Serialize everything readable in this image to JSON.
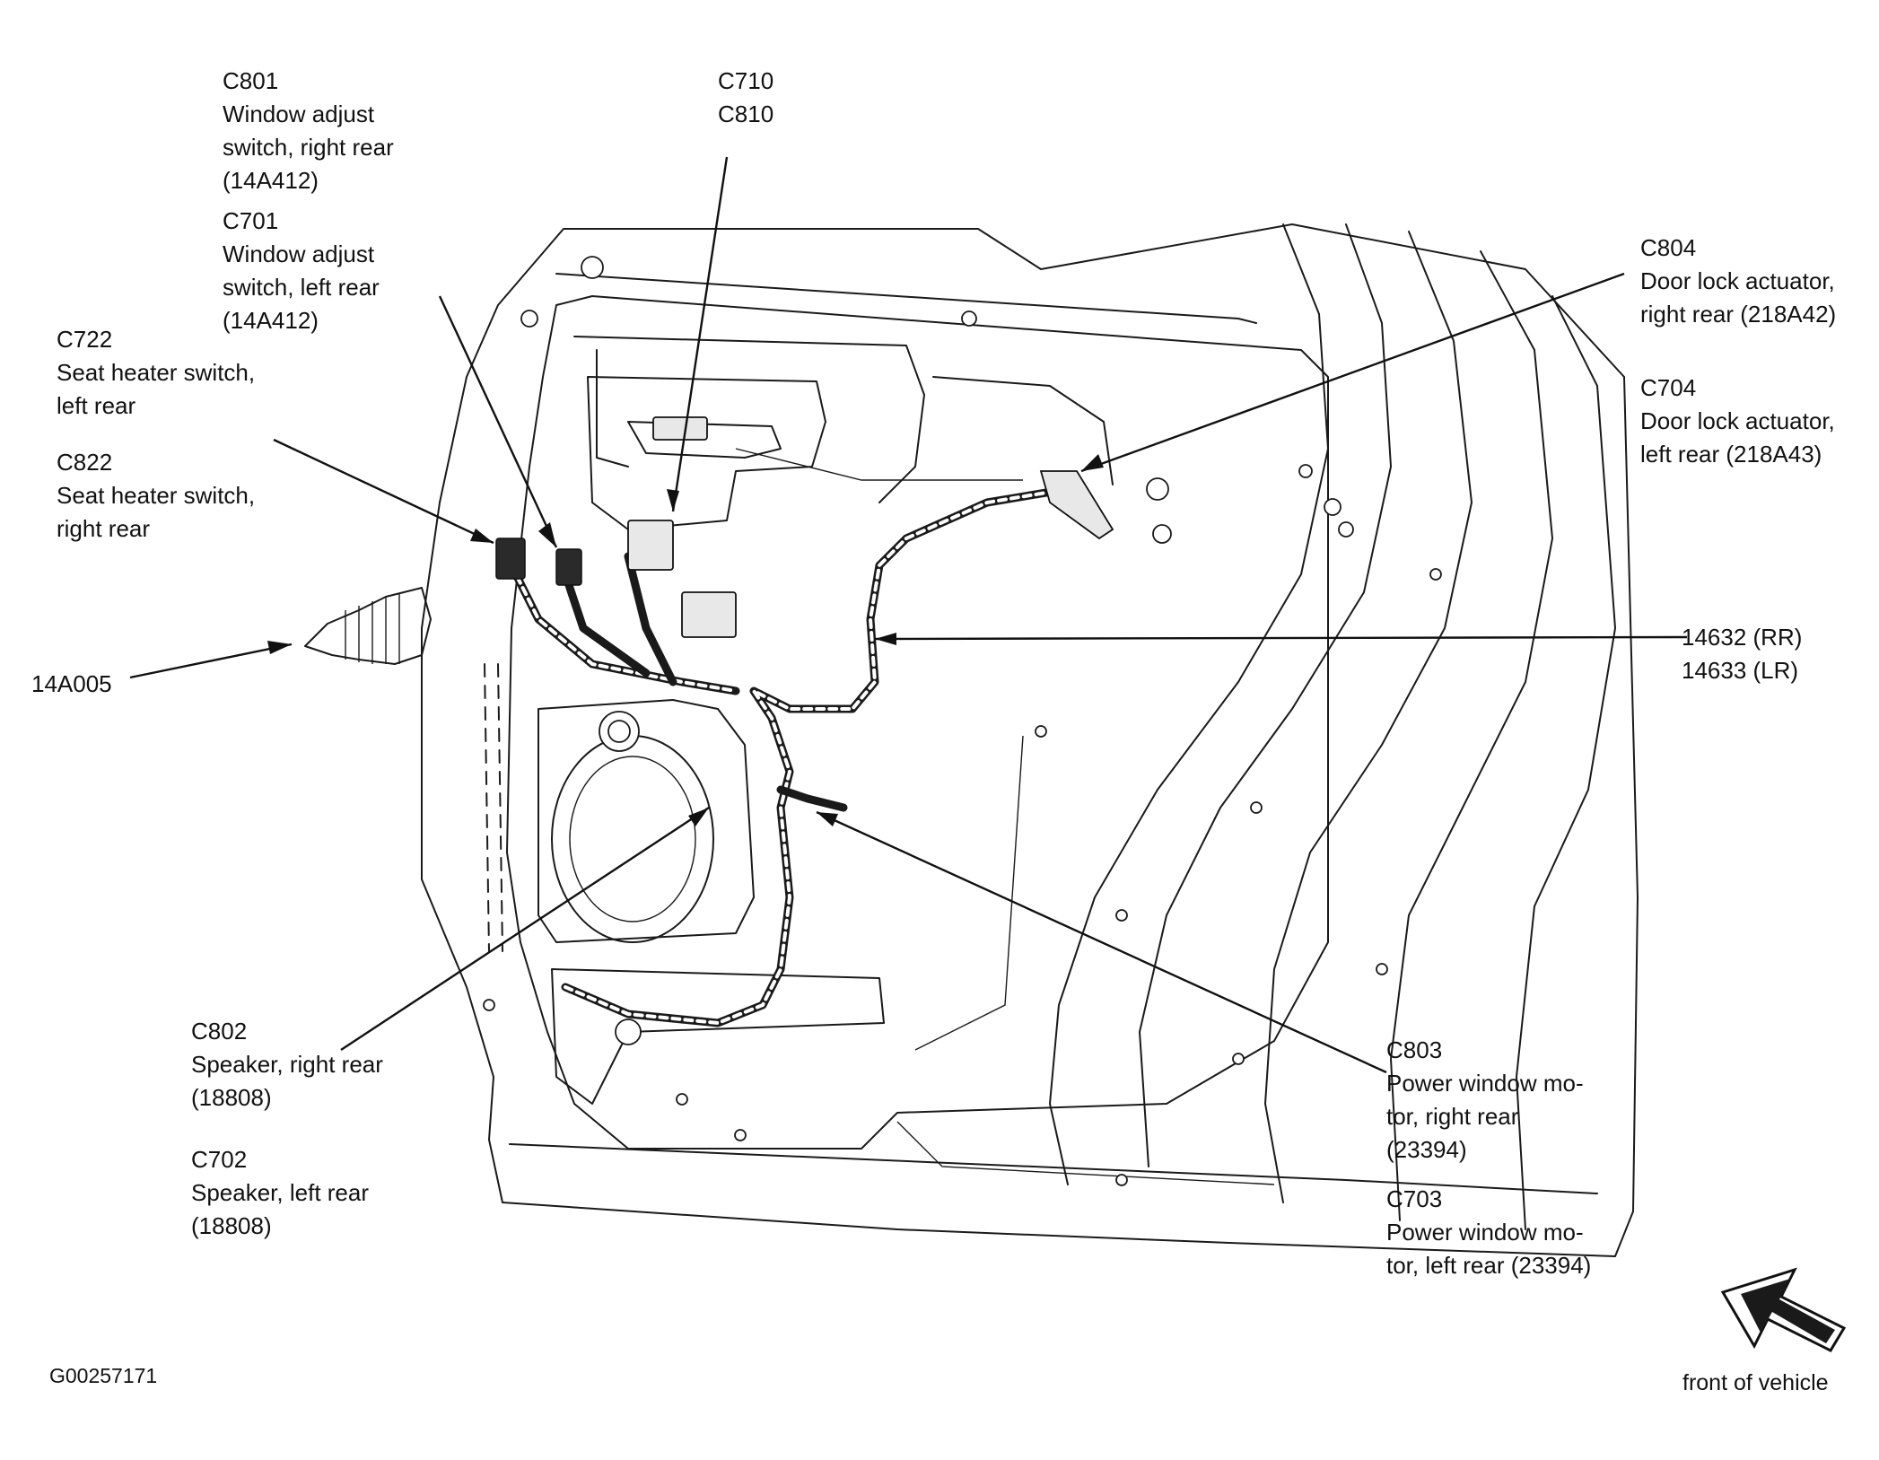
{
  "callouts": {
    "c801": {
      "id": "C801",
      "l1": "Window adjust",
      "l2": "switch, right rear",
      "l3": "(14A412)"
    },
    "c701": {
      "id": "C701",
      "l1": "Window adjust",
      "l2": "switch, left rear",
      "l3": "(14A412)"
    },
    "c710": {
      "id": "C710",
      "id2": "C810"
    },
    "c722": {
      "id": "C722",
      "l1": "Seat heater switch,",
      "l2": "left rear"
    },
    "c822": {
      "id": "C822",
      "l1": "Seat heater switch,",
      "l2": "right rear"
    },
    "c14a005": {
      "id": "14A005"
    },
    "c804": {
      "id": "C804",
      "l1": "Door lock actuator,",
      "l2": "right rear (218A42)"
    },
    "c704": {
      "id": "C704",
      "l1": "Door lock actuator,",
      "l2": "left rear (218A43)"
    },
    "harness": {
      "l1": "14632 (RR)",
      "l2": "14633 (LR)"
    },
    "c802": {
      "id": "C802",
      "l1": "Speaker, right rear",
      "l2": "(18808)"
    },
    "c702": {
      "id": "C702",
      "l1": "Speaker, left rear",
      "l2": "(18808)"
    },
    "c803": {
      "id": "C803",
      "l1": "Power window mo-",
      "l2": "tor, right rear",
      "l3": "(23394)"
    },
    "c703": {
      "id": "C703",
      "l1": "Power window mo-",
      "l2": "tor, left rear (23394)"
    }
  },
  "figure_id": "G00257171",
  "direction": {
    "label": "front of vehicle",
    "icon": "arrow-left-icon"
  },
  "colors": {
    "ink": "#1a1a1a",
    "paper": "#ffffff"
  }
}
